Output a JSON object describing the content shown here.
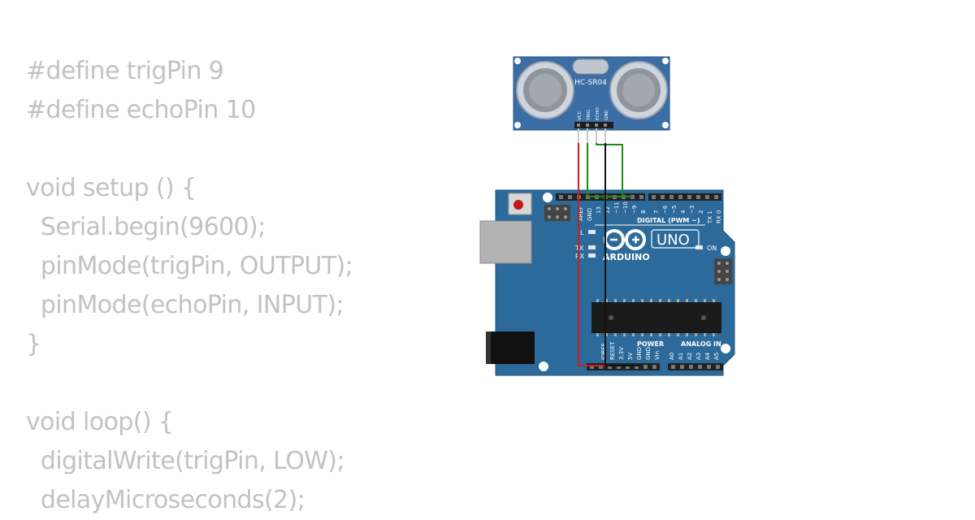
{
  "code": {
    "lines": [
      "#define trigPin 9",
      "#define echoPin 10",
      "",
      "void setup () {",
      "  Serial.begin(9600);",
      "  pinMode(trigPin, OUTPUT);",
      "  pinMode(echoPin, INPUT);",
      "}",
      "",
      "void loop() {",
      "  digitalWrite(trigPin, LOW);",
      "  delayMicroseconds(2);"
    ]
  },
  "sensor": {
    "model": "HC-SR04",
    "pins": [
      "VCC",
      "TRIG",
      "ECHO",
      "GND"
    ]
  },
  "arduino": {
    "brand": "ARDUINO",
    "model": "UNO",
    "digital_header_label": "DIGITAL (PWM ~)",
    "digital_pins": [
      "AREF",
      "GND",
      "13",
      "12",
      "~11",
      "~10",
      "~9",
      "8",
      "7",
      "~6",
      "~5",
      "4",
      "~3",
      "2",
      "TX 1",
      "RX 0"
    ],
    "power_header_label": "POWER",
    "power_pins": [
      "IOREF",
      "RESET",
      "3.3V",
      "5V",
      "GND",
      "GND",
      "Vin"
    ],
    "analog_header_label": "ANALOG IN",
    "analog_pins": [
      "A0",
      "A1",
      "A2",
      "A3",
      "A4",
      "A5"
    ],
    "led_labels": {
      "l": "L",
      "tx": "TX",
      "rx": "RX",
      "on": "ON"
    }
  },
  "colors": {
    "code_text": "#c2c2c2",
    "board": "#2b6a9a",
    "sensor_board": "#3b6ea5",
    "wire_vcc": "#cc1f1f",
    "wire_trig": "#1d8a1d",
    "wire_echo": "#1d8a1d",
    "wire_gnd": "#111111"
  }
}
